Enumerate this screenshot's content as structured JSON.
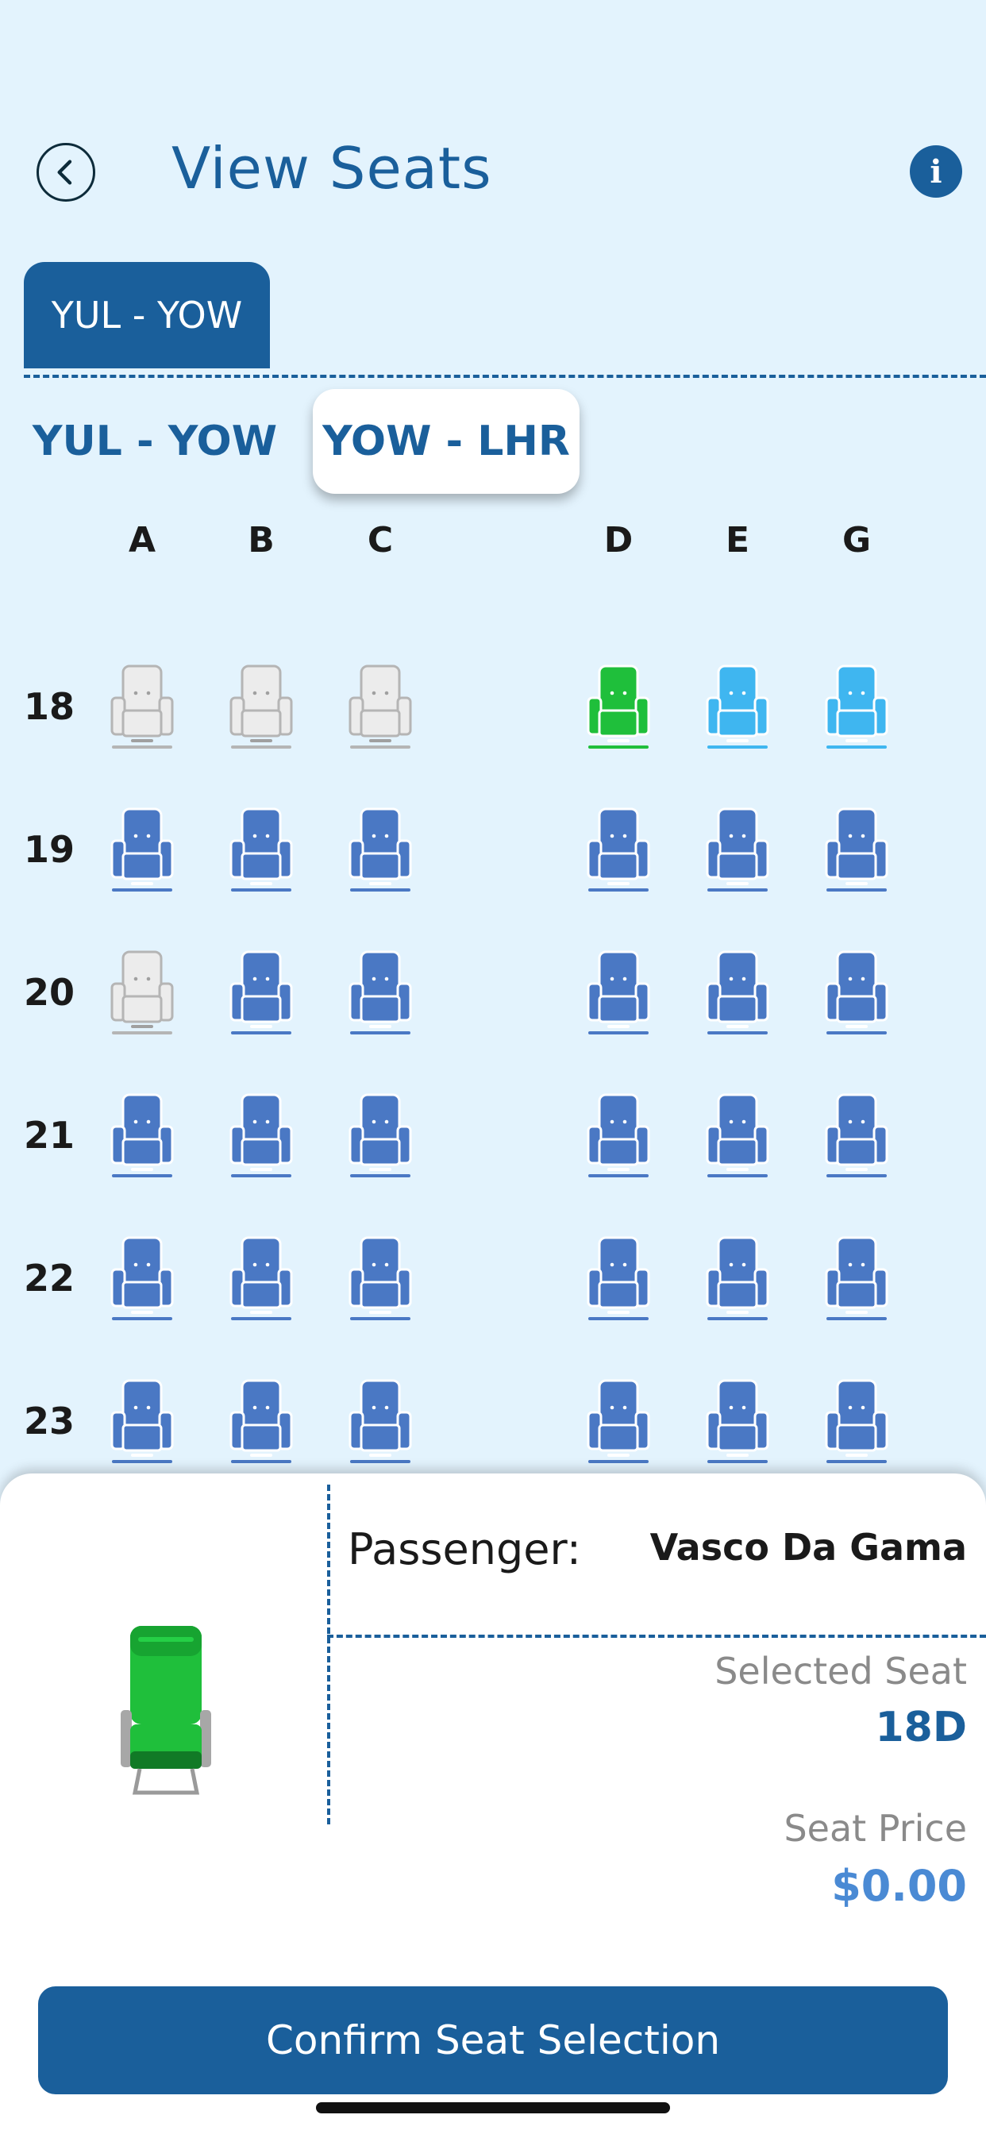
{
  "header": {
    "title": "View Seats"
  },
  "top_tab": {
    "label": "YUL - YOW"
  },
  "segments": [
    {
      "label": "YUL - YOW",
      "selected": false
    },
    {
      "label": "YOW - LHR",
      "selected": true
    }
  ],
  "seat_map": {
    "columns": [
      "A",
      "B",
      "C",
      "D",
      "E",
      "G"
    ],
    "rows": [
      {
        "number": "18",
        "seats": [
          "unavailable",
          "unavailable",
          "unavailable",
          "selected",
          "preferred",
          "preferred"
        ]
      },
      {
        "number": "19",
        "seats": [
          "available",
          "available",
          "available",
          "available",
          "available",
          "available"
        ]
      },
      {
        "number": "20",
        "seats": [
          "unavailable",
          "available",
          "available",
          "available",
          "available",
          "available"
        ]
      },
      {
        "number": "21",
        "seats": [
          "available",
          "available",
          "available",
          "available",
          "available",
          "available"
        ]
      },
      {
        "number": "22",
        "seats": [
          "available",
          "available",
          "available",
          "available",
          "available",
          "available"
        ]
      },
      {
        "number": "23",
        "seats": [
          "available",
          "available",
          "available",
          "available",
          "available",
          "available"
        ]
      }
    ],
    "status_colors": {
      "available": "#4a78c4",
      "unavailable": "#ececec",
      "selected": "#1fbf3b",
      "preferred": "#3fb6f0"
    }
  },
  "summary": {
    "passenger_label": "Passenger:",
    "passenger_name": "Vasco Da Gama",
    "selected_seat_label": "Selected Seat",
    "selected_seat_value": "18D",
    "seat_price_label": "Seat Price",
    "seat_price_value": "$0.00"
  },
  "confirm_button": {
    "label": "Confirm Seat Selection"
  },
  "colors": {
    "primary": "#1a5f9b",
    "background": "#e3f3fd",
    "price_accent": "#4a8ad4"
  }
}
